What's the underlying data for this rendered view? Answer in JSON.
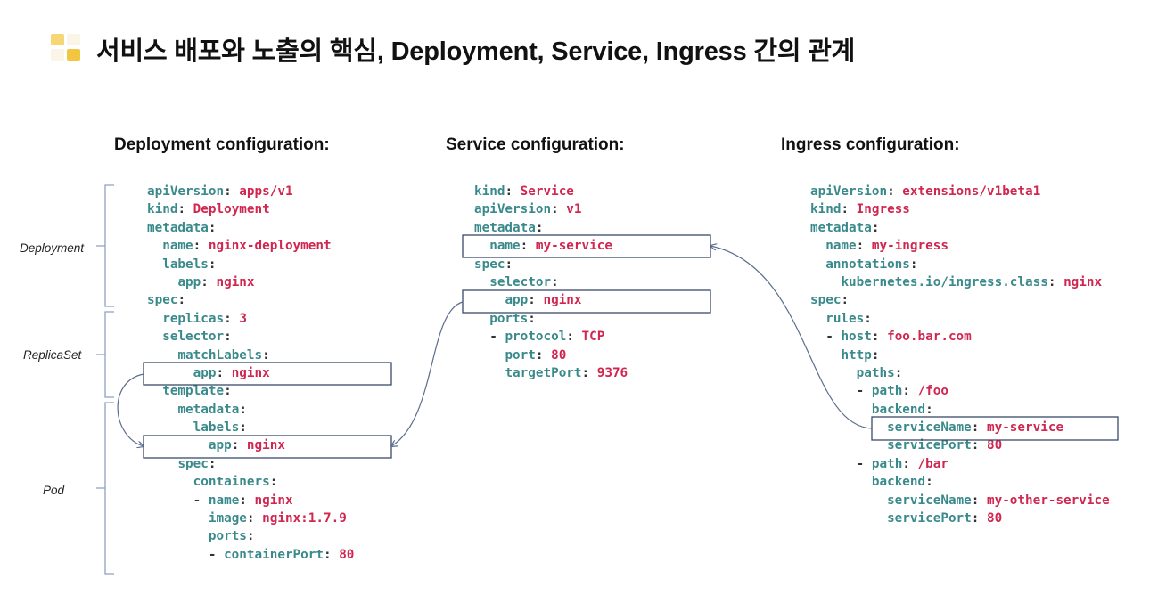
{
  "title": "서비스 배포와 노출의 핵심, Deployment, Service, Ingress 간의 관계",
  "colors": {
    "key": "#3a8a8c",
    "value": "#d0264f",
    "logo_a": "#f7d774",
    "logo_b": "#f3c641",
    "box": "#3a4a6b"
  },
  "deployment": {
    "heading": "Deployment configuration:",
    "brackets": [
      "Deployment",
      "ReplicaSet",
      "Pod"
    ],
    "lines": [
      {
        "i": "",
        "k": "apiVersion",
        "v": "apps/v1"
      },
      {
        "i": "",
        "k": "kind",
        "v": "Deployment"
      },
      {
        "i": "",
        "k": "metadata",
        "v": ""
      },
      {
        "i": "  ",
        "k": "name",
        "v": "nginx-deployment"
      },
      {
        "i": "  ",
        "k": "labels",
        "v": ""
      },
      {
        "i": "    ",
        "k": "app",
        "v": "nginx"
      },
      {
        "i": "",
        "k": "spec",
        "v": ""
      },
      {
        "i": "  ",
        "k": "replicas",
        "v": "3"
      },
      {
        "i": "  ",
        "k": "selector",
        "v": ""
      },
      {
        "i": "    ",
        "k": "matchLabels",
        "v": ""
      },
      {
        "i": "      ",
        "k": "app",
        "v": "nginx"
      },
      {
        "i": "  ",
        "k": "template",
        "v": ""
      },
      {
        "i": "    ",
        "k": "metadata",
        "v": ""
      },
      {
        "i": "      ",
        "k": "labels",
        "v": ""
      },
      {
        "i": "        ",
        "k": "app",
        "v": "nginx"
      },
      {
        "i": "    ",
        "k": "spec",
        "v": ""
      },
      {
        "i": "      ",
        "k": "containers",
        "v": ""
      },
      {
        "i": "      - ",
        "k": "name",
        "v": "nginx"
      },
      {
        "i": "        ",
        "k": "image",
        "v": "nginx:1.7.9"
      },
      {
        "i": "        ",
        "k": "ports",
        "v": ""
      },
      {
        "i": "        - ",
        "k": "containerPort",
        "v": "80"
      }
    ]
  },
  "service": {
    "heading": "Service configuration:",
    "lines": [
      {
        "i": "",
        "k": "kind",
        "v": "Service"
      },
      {
        "i": "",
        "k": "apiVersion",
        "v": "v1"
      },
      {
        "i": "",
        "k": "metadata",
        "v": ""
      },
      {
        "i": "  ",
        "k": "name",
        "v": "my-service"
      },
      {
        "i": "",
        "k": "spec",
        "v": ""
      },
      {
        "i": "  ",
        "k": "selector",
        "v": ""
      },
      {
        "i": "    ",
        "k": "app",
        "v": "nginx"
      },
      {
        "i": "  ",
        "k": "ports",
        "v": ""
      },
      {
        "i": "  - ",
        "k": "protocol",
        "v": "TCP"
      },
      {
        "i": "    ",
        "k": "port",
        "v": "80"
      },
      {
        "i": "    ",
        "k": "targetPort",
        "v": "9376"
      }
    ]
  },
  "ingress": {
    "heading": "Ingress configuration:",
    "lines": [
      {
        "i": "",
        "k": "apiVersion",
        "v": "extensions/v1beta1"
      },
      {
        "i": "",
        "k": "kind",
        "v": "Ingress"
      },
      {
        "i": "",
        "k": "metadata",
        "v": ""
      },
      {
        "i": "  ",
        "k": "name",
        "v": "my-ingress"
      },
      {
        "i": "  ",
        "k": "annotations",
        "v": ""
      },
      {
        "i": "    ",
        "k": "kubernetes.io/ingress.class",
        "v": "nginx"
      },
      {
        "i": "",
        "k": "spec",
        "v": ""
      },
      {
        "i": "  ",
        "k": "rules",
        "v": ""
      },
      {
        "i": "  - ",
        "k": "host",
        "v": "foo.bar.com"
      },
      {
        "i": "    ",
        "k": "http",
        "v": ""
      },
      {
        "i": "      ",
        "k": "paths",
        "v": ""
      },
      {
        "i": "      - ",
        "k": "path",
        "v": "/foo"
      },
      {
        "i": "        ",
        "k": "backend",
        "v": ""
      },
      {
        "i": "          ",
        "k": "serviceName",
        "v": "my-service"
      },
      {
        "i": "          ",
        "k": "servicePort",
        "v": "80"
      },
      {
        "i": "      - ",
        "k": "path",
        "v": "/bar"
      },
      {
        "i": "        ",
        "k": "backend",
        "v": ""
      },
      {
        "i": "          ",
        "k": "serviceName",
        "v": "my-other-service"
      },
      {
        "i": "          ",
        "k": "servicePort",
        "v": "80"
      }
    ]
  }
}
